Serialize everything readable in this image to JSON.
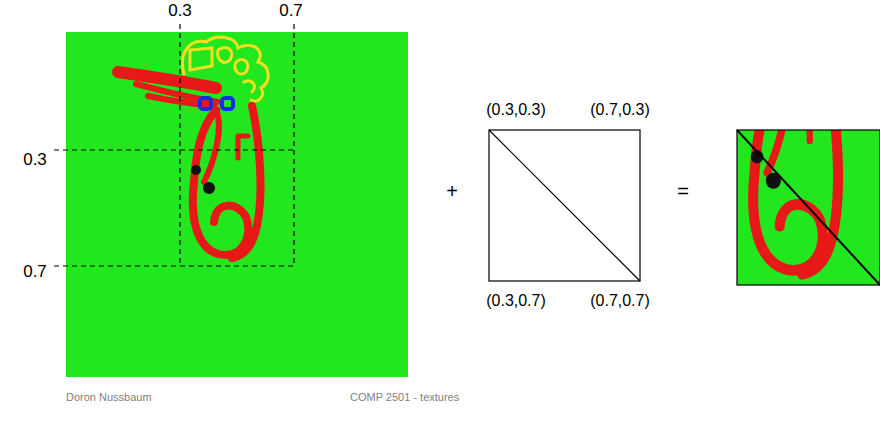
{
  "diagram": {
    "labels": [
      "0.3",
      "0.7",
      "0.3",
      "0.7",
      "+",
      "(0.3,0.3)",
      "(0.7,0.3)",
      "(0.3,0.7)",
      "(0.7,0.7)",
      "=",
      "Doron Nussbaum",
      "COMP 2501 - textures"
    ]
  }
}
